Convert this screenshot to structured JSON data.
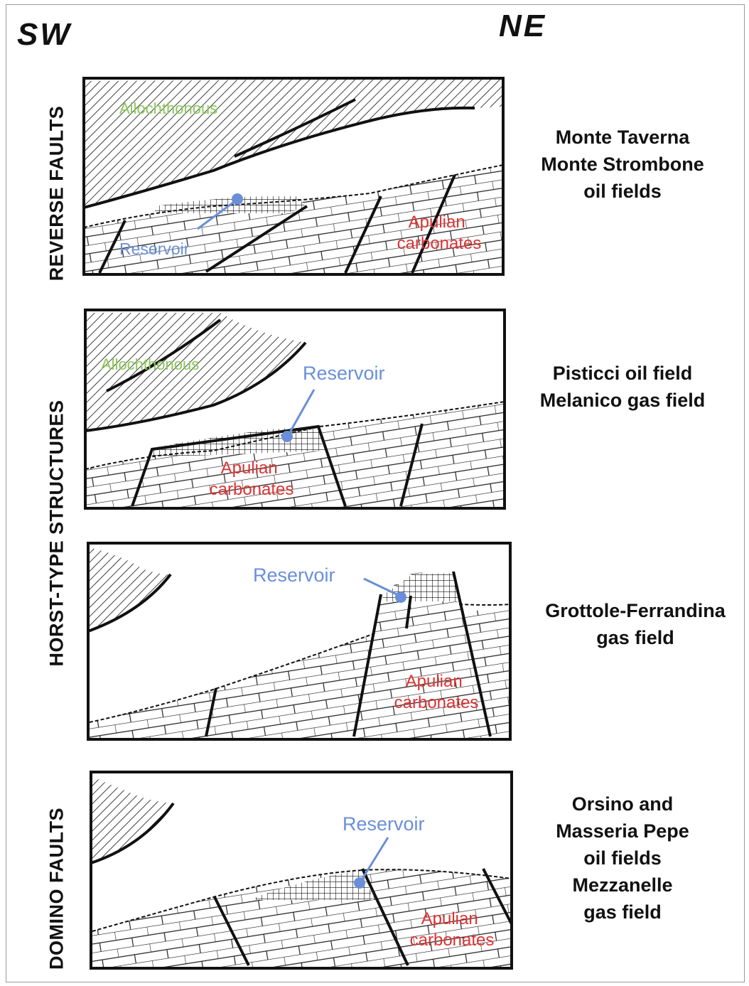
{
  "directions": {
    "left": "SW",
    "right": "NE"
  },
  "side_labels": {
    "reverse": "REVERSE FAULTS",
    "horst": "HORST-TYPE STRUCTURES",
    "domino": "DOMINO FAULTS"
  },
  "panels": [
    {
      "allochthonous": "Allochthonous",
      "reservoir": "Reservoir",
      "carbonates": [
        "Apulian",
        "carbonates"
      ],
      "fields": [
        "Monte Taverna",
        "Monte Strombone",
        "oil fields"
      ]
    },
    {
      "allochthonous": "Allochthonous",
      "reservoir": "Reservoir",
      "carbonates": [
        "Apulian",
        "carbonates"
      ],
      "fields": [
        "Pisticci oil field",
        "Melanico gas field"
      ]
    },
    {
      "reservoir": "Reservoir",
      "carbonates": [
        "Apulian",
        "carbonates"
      ],
      "fields": [
        "Grottole-Ferrandina",
        "gas field"
      ]
    },
    {
      "reservoir": "Reservoir",
      "carbonates": [
        "Apulian",
        "carbonates"
      ],
      "fields": [
        "Orsino and",
        "Masseria Pepe",
        "oil fields",
        "Mezzanelle",
        "gas field"
      ]
    }
  ],
  "colors": {
    "allochthonous": "#8cc85a",
    "reservoir": "#6a8fd8",
    "carbonates": "#dd3333",
    "lines": "#111111"
  }
}
